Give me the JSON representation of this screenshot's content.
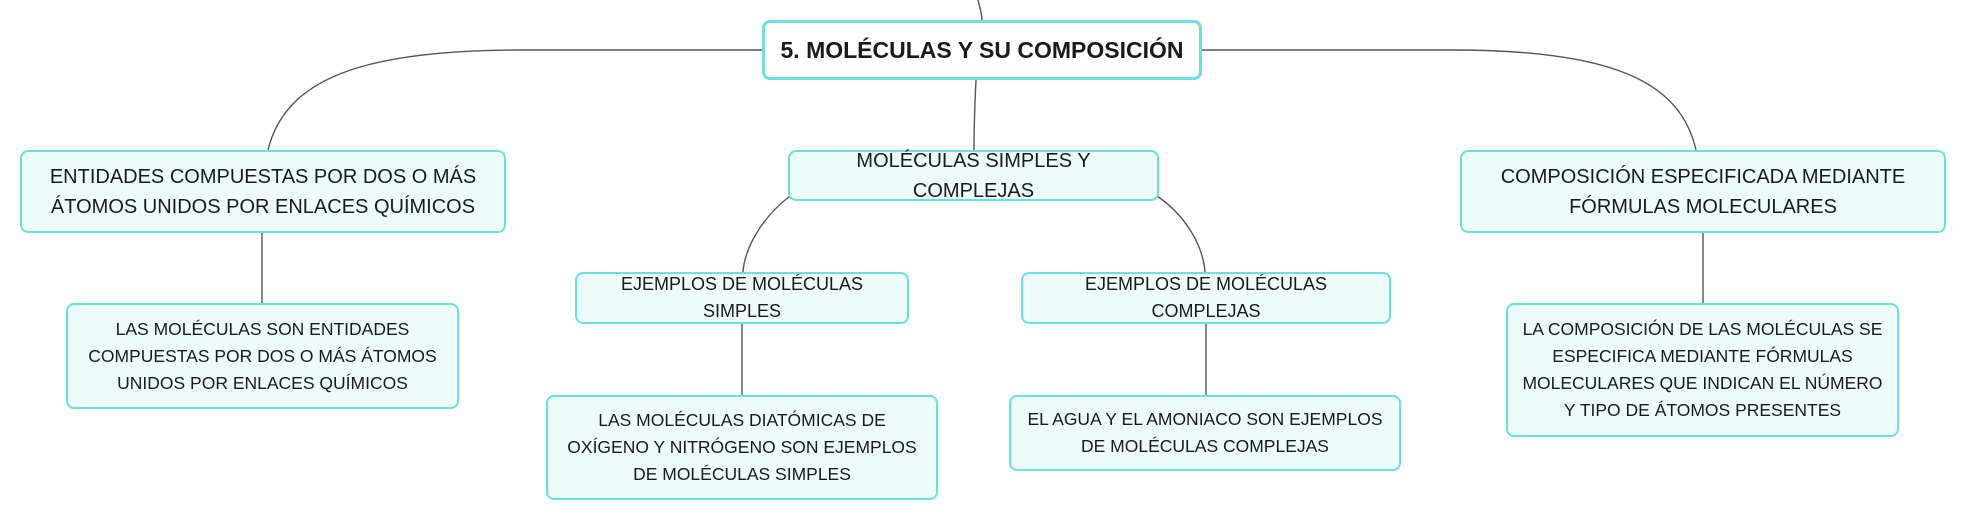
{
  "root": {
    "label": "5. MOLÉCULAS Y SU COMPOSICIÓN"
  },
  "branches": {
    "left": {
      "label": "ENTIDADES COMPUESTAS POR DOS O MÁS ÁTOMOS UNIDOS POR ENLACES QUÍMICOS",
      "detail": "LAS MOLÉCULAS SON ENTIDADES COMPUESTAS POR DOS O MÁS ÁTOMOS UNIDOS POR ENLACES QUÍMICOS"
    },
    "middle": {
      "label": "MOLÉCULAS SIMPLES Y COMPLEJAS",
      "simple": {
        "label": "EJEMPLOS DE MOLÉCULAS SIMPLES",
        "detail": "LAS MOLÉCULAS DIATÓMICAS DE OXÍGENO Y NITRÓGENO SON EJEMPLOS DE MOLÉCULAS SIMPLES"
      },
      "complex": {
        "label": "EJEMPLOS DE MOLÉCULAS COMPLEJAS",
        "detail": "EL AGUA Y EL AMONIACO SON EJEMPLOS DE MOLÉCULAS COMPLEJAS"
      }
    },
    "right": {
      "label": "COMPOSICIÓN ESPECIFICADA MEDIANTE FÓRMULAS MOLECULARES",
      "detail": "LA COMPOSICIÓN DE LAS MOLÉCULAS SE ESPECIFICA MEDIANTE FÓRMULAS MOLECULARES QUE INDICAN EL NÚMERO Y TIPO DE ÁTOMOS PRESENTES"
    }
  },
  "colors": {
    "node_border": "#6ddfe1",
    "node_fill": "#eefbfb",
    "connector": "#555555"
  }
}
